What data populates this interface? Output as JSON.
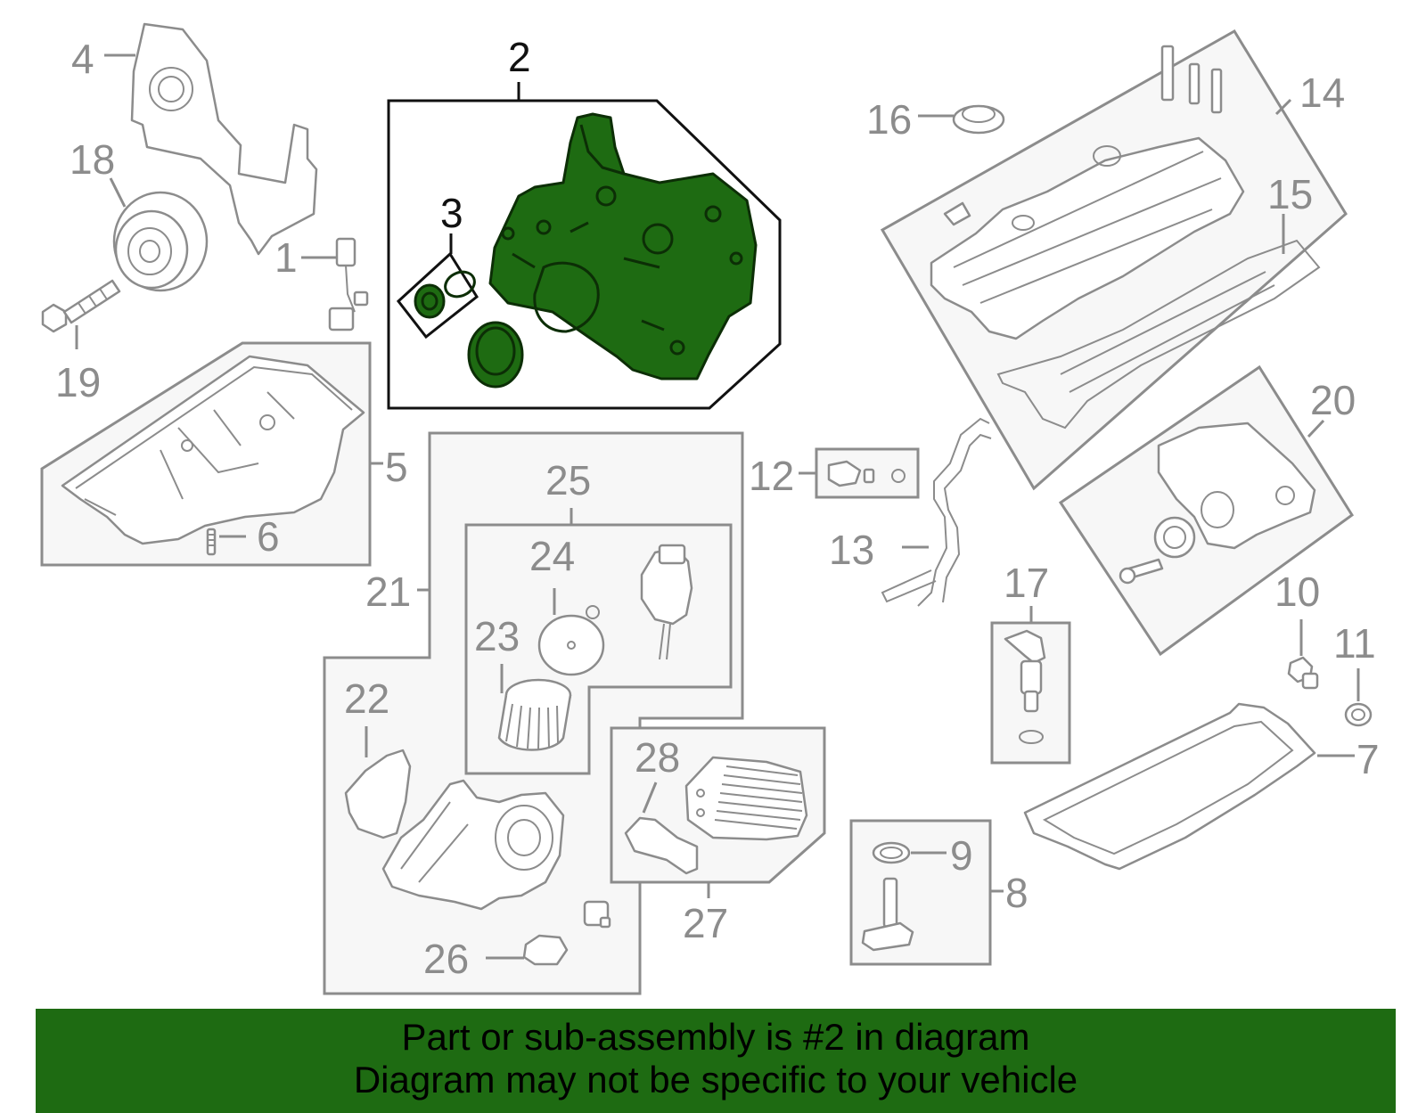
{
  "callouts": [
    "1",
    "2",
    "3",
    "4",
    "5",
    "6",
    "7",
    "8",
    "9",
    "10",
    "11",
    "12",
    "13",
    "14",
    "15",
    "16",
    "17",
    "18",
    "19",
    "20",
    "21",
    "22",
    "23",
    "24",
    "25",
    "26",
    "27",
    "28"
  ],
  "highlighted_part": "2",
  "colors": {
    "highlight": "#1e6b12",
    "line_gray": "#8c8c8c",
    "box_fill": "#f7f7f7",
    "banner": "#1e6b12"
  },
  "banner": {
    "line1": "Part or sub-assembly is #2 in diagram",
    "line2": "Diagram may not be specific to your vehicle"
  }
}
